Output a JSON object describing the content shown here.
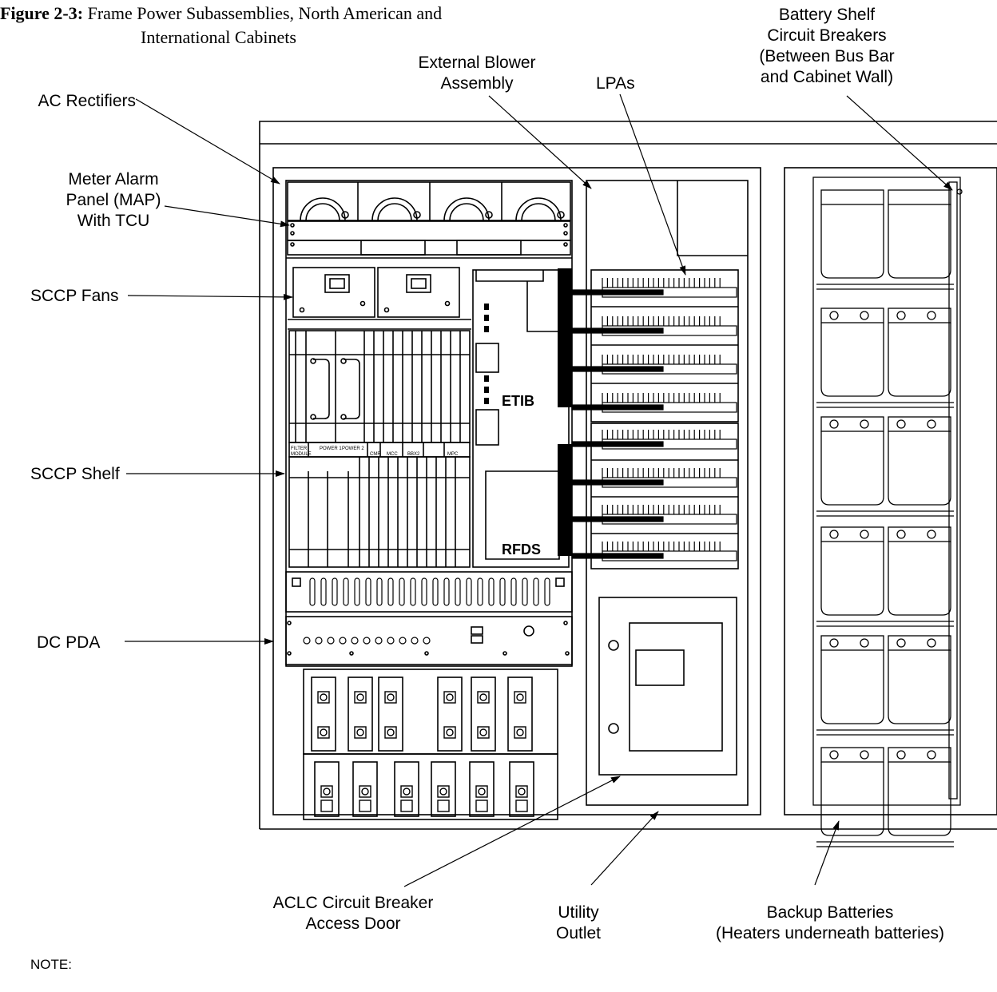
{
  "figure": {
    "number": "Figure 2-3:",
    "title_line1": "Frame Power Subassemblies, North American and",
    "title_line2": "International Cabinets"
  },
  "callouts": {
    "ac_rectifiers": "AC Rectifiers",
    "map_line1": "Meter Alarm",
    "map_line2": "Panel (MAP)",
    "map_line3": "With TCU",
    "sccp_fans": "SCCP Fans",
    "sccp_shelf": "SCCP Shelf",
    "dc_pda": "DC PDA",
    "blower_line1": "External Blower",
    "blower_line2": "Assembly",
    "lpas": "LPAs",
    "battery_cb_line1": "Battery Shelf",
    "battery_cb_line2": "Circuit Breakers",
    "battery_cb_line3": "(Between Bus Bar",
    "battery_cb_line4": "and Cabinet Wall)",
    "aclc_line1": "ACLC Circuit Breaker",
    "aclc_line2": "Access Door",
    "outlet_line1": "Utility",
    "outlet_line2": "Outlet",
    "batteries_line1": "Backup Batteries",
    "batteries_line2": "(Heaters underneath batteries)",
    "note": "NOTE:"
  },
  "panel_labels": {
    "etib": "ETIB",
    "rfds": "RFDS"
  },
  "shelf_strip": {
    "filter": "FILTER",
    "power1": "POWER 1",
    "power2": "POWER 2",
    "mod": "MODULE",
    "cmr": "CMR",
    "mcc": "MCC",
    "bbx2": "BBX2",
    "mpc": "MPC"
  }
}
